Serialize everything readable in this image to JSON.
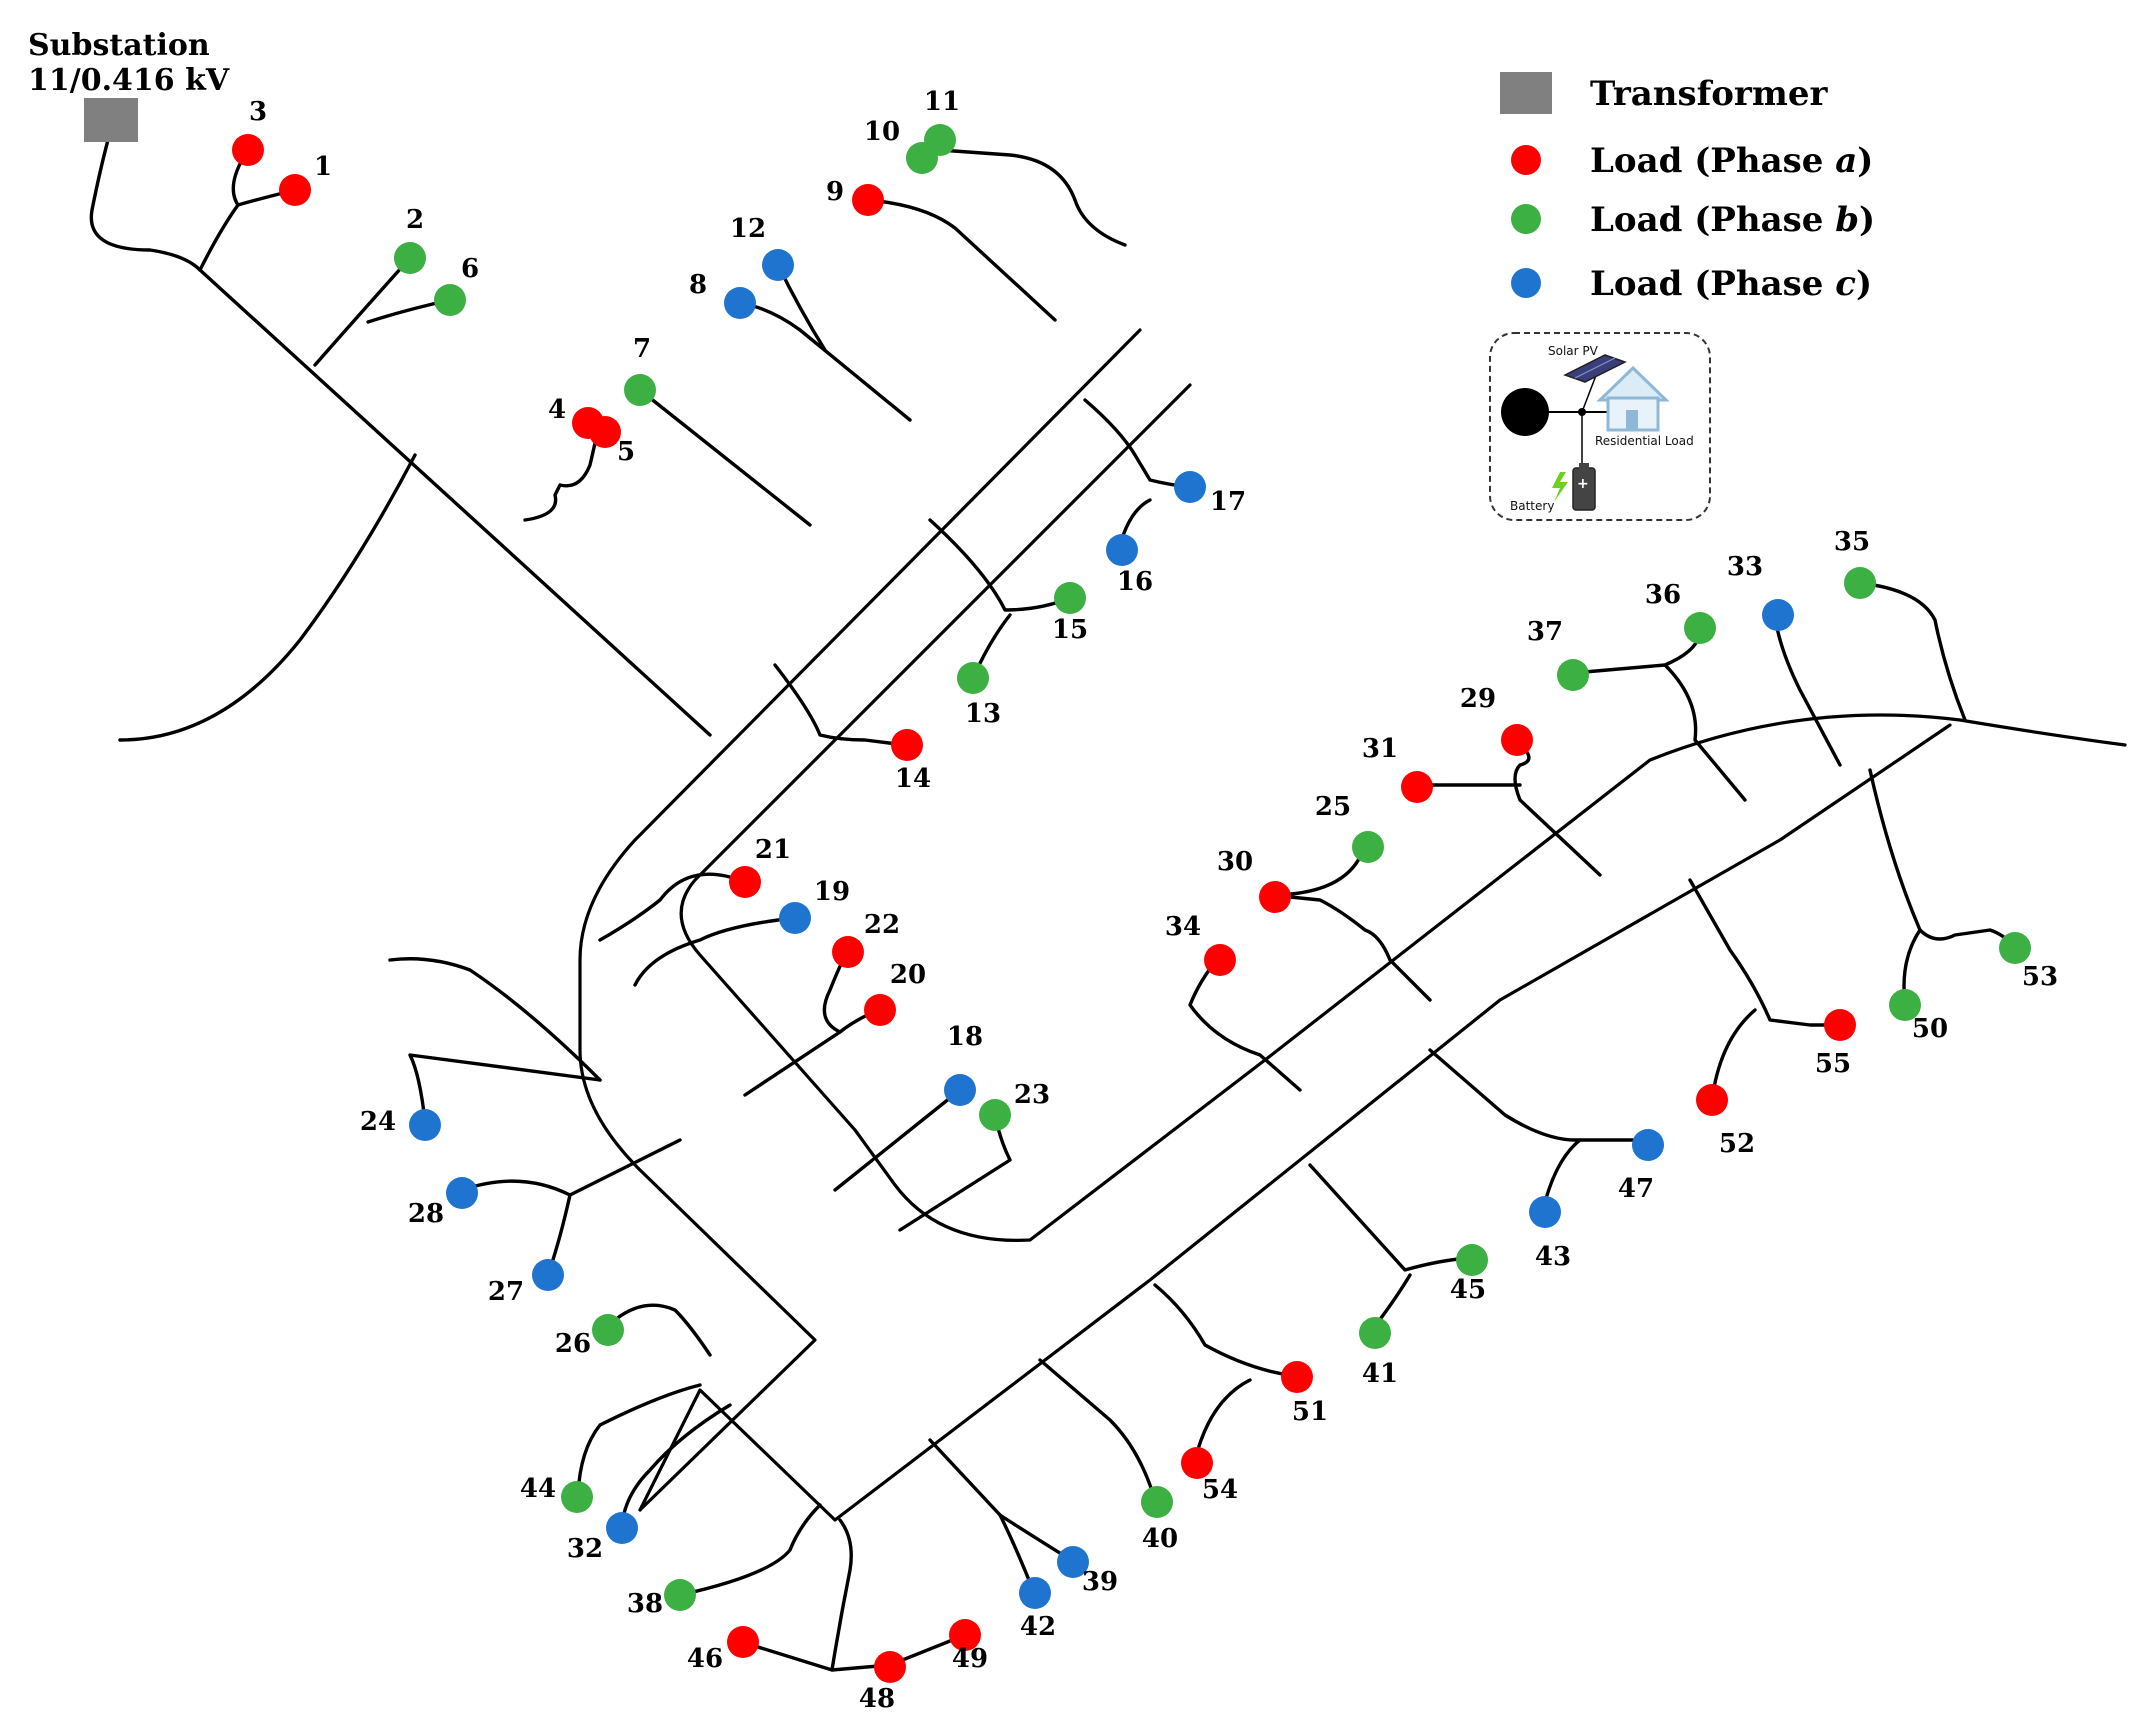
{
  "substation": {
    "line1": "Substation",
    "line2": "11/0.416 kV"
  },
  "legend": {
    "transformer": "Transformer",
    "phase_a": {
      "prefix": "Load (Phase ",
      "phase": "a",
      "suffix": ")"
    },
    "phase_b": {
      "prefix": "Load (Phase ",
      "phase": "b",
      "suffix": ")"
    },
    "phase_c": {
      "prefix": "Load (Phase ",
      "phase": "c",
      "suffix": ")"
    }
  },
  "inset": {
    "solar_pv": "Solar PV",
    "residential_load": "Residential Load",
    "battery": "Battery"
  },
  "colors": {
    "phase_a": "#ff0000",
    "phase_b": "#3cb043",
    "phase_c": "#1f74d0",
    "transformer": "#808080"
  },
  "loads": [
    {
      "id": "1",
      "phase": "a"
    },
    {
      "id": "2",
      "phase": "b"
    },
    {
      "id": "3",
      "phase": "a"
    },
    {
      "id": "4",
      "phase": "a"
    },
    {
      "id": "5",
      "phase": "a"
    },
    {
      "id": "6",
      "phase": "b"
    },
    {
      "id": "7",
      "phase": "b"
    },
    {
      "id": "8",
      "phase": "c"
    },
    {
      "id": "9",
      "phase": "a"
    },
    {
      "id": "10",
      "phase": "b"
    },
    {
      "id": "11",
      "phase": "b"
    },
    {
      "id": "12",
      "phase": "c"
    },
    {
      "id": "13",
      "phase": "b"
    },
    {
      "id": "14",
      "phase": "a"
    },
    {
      "id": "15",
      "phase": "b"
    },
    {
      "id": "16",
      "phase": "c"
    },
    {
      "id": "17",
      "phase": "c"
    },
    {
      "id": "18",
      "phase": "c"
    },
    {
      "id": "19",
      "phase": "c"
    },
    {
      "id": "20",
      "phase": "a"
    },
    {
      "id": "21",
      "phase": "a"
    },
    {
      "id": "22",
      "phase": "a"
    },
    {
      "id": "23",
      "phase": "b"
    },
    {
      "id": "24",
      "phase": "c"
    },
    {
      "id": "25",
      "phase": "b"
    },
    {
      "id": "26",
      "phase": "b"
    },
    {
      "id": "27",
      "phase": "c"
    },
    {
      "id": "28",
      "phase": "c"
    },
    {
      "id": "29",
      "phase": "a"
    },
    {
      "id": "30",
      "phase": "a"
    },
    {
      "id": "31",
      "phase": "a"
    },
    {
      "id": "32",
      "phase": "c"
    },
    {
      "id": "33",
      "phase": "c"
    },
    {
      "id": "34",
      "phase": "a"
    },
    {
      "id": "35",
      "phase": "b"
    },
    {
      "id": "36",
      "phase": "b"
    },
    {
      "id": "37",
      "phase": "b"
    },
    {
      "id": "38",
      "phase": "b"
    },
    {
      "id": "39",
      "phase": "c"
    },
    {
      "id": "40",
      "phase": "b"
    },
    {
      "id": "41",
      "phase": "b"
    },
    {
      "id": "42",
      "phase": "c"
    },
    {
      "id": "43",
      "phase": "c"
    },
    {
      "id": "44",
      "phase": "b"
    },
    {
      "id": "45",
      "phase": "b"
    },
    {
      "id": "46",
      "phase": "a"
    },
    {
      "id": "47",
      "phase": "c"
    },
    {
      "id": "48",
      "phase": "a"
    },
    {
      "id": "49",
      "phase": "a"
    },
    {
      "id": "50",
      "phase": "b"
    },
    {
      "id": "51",
      "phase": "a"
    },
    {
      "id": "52",
      "phase": "a"
    },
    {
      "id": "53",
      "phase": "b"
    },
    {
      "id": "54",
      "phase": "a"
    },
    {
      "id": "55",
      "phase": "a"
    }
  ]
}
